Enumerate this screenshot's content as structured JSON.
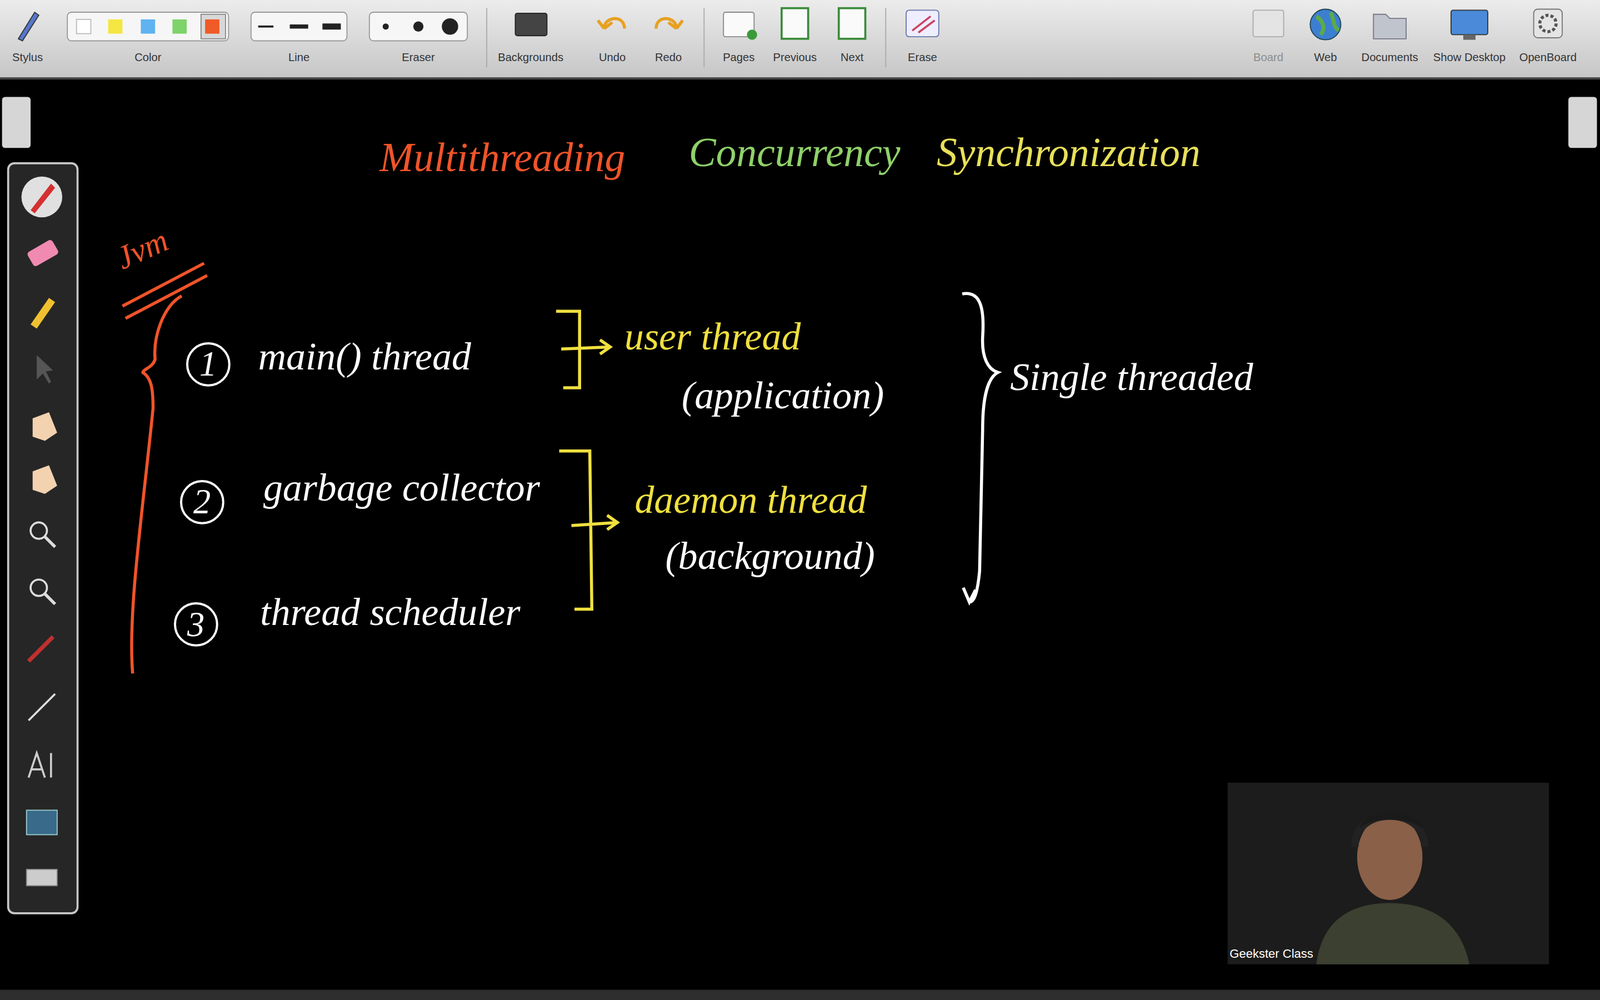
{
  "diagram": {
    "nodes": [
      {
        "text": [
          "1"
        ]
      },
      {
        "text": [
          "2"
        ]
      },
      {
        "text": [
          "3"
        ]
      }
    ],
    "labels": [
      "Stylus",
      "Color",
      "Line",
      "Eraser",
      "Backgrounds",
      "Undo",
      "Redo",
      "Pages",
      "Previous",
      "Next",
      "Erase",
      "Board",
      "Web",
      "Documents",
      "Show Desktop",
      "OpenBoard",
      "Multithreading",
      "Concurrency",
      "Synchronization",
      "Jvm",
      "main() thread",
      "user thread",
      "(application)",
      "garbage collector",
      "daemon thread",
      "(background)",
      "thread scheduler",
      "Single threaded",
      "Geekster Class"
    ]
  }
}
